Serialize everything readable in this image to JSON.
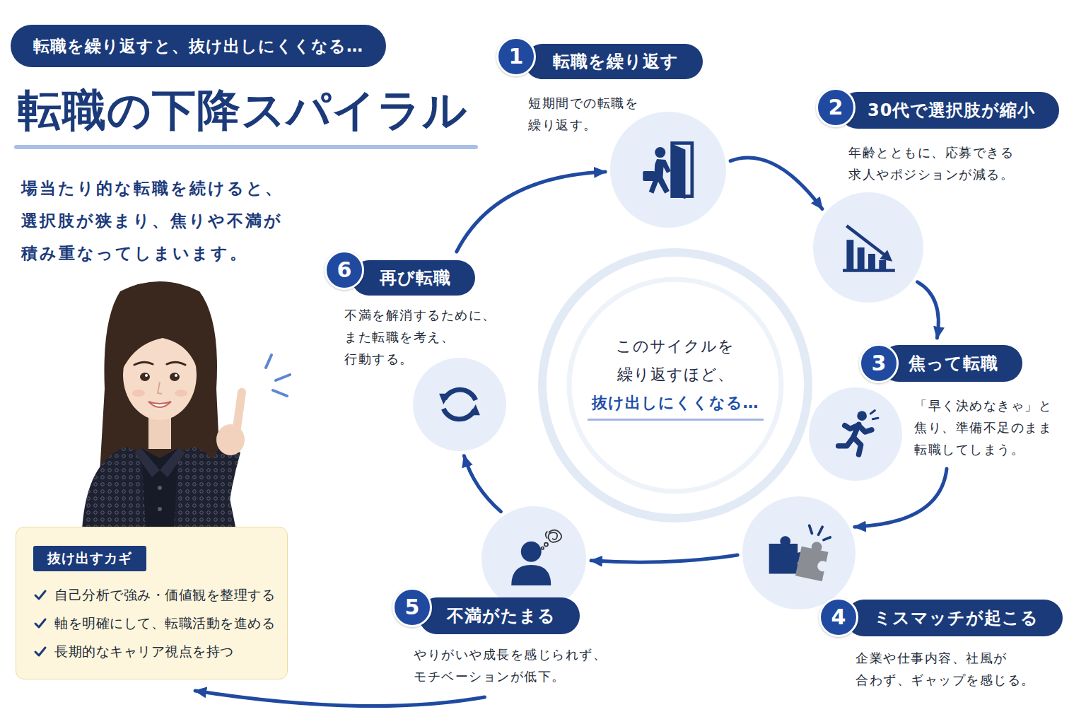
{
  "diagram": {
    "title": "転職の下降スパイラル",
    "nodes": [
      {
        "text": [
          "転職を繰り返すと、抜け出しにくくなる…"
        ]
      },
      {
        "text": [
          "1",
          "転職を繰り返す",
          "短期間での転職を 繰り返す。"
        ]
      },
      {
        "text": [
          "2",
          "30代で選択肢が縮小",
          "年齢とともに、応募できる 求人やポジションが減る。"
        ]
      },
      {
        "text": [
          "3",
          "焦って転職",
          "「早く決めなきゃ」と 焦り、準備不足のまま 転職してしまう。"
        ]
      },
      {
        "text": [
          "4",
          "ミスマッチが起こる",
          "企業や仕事内容、社風が 合わず、ギャップを感じる。"
        ]
      },
      {
        "text": [
          "5",
          "不満がたまる",
          "やりがいや成長を感じられず、 モチベーションが低下。"
        ]
      },
      {
        "text": [
          "6",
          "再び転職",
          "不満を解消するために、 また転職を考え、 行動する。"
        ]
      },
      {
        "text": [
          "このサイクルを 繰り返すほど、",
          "抜け出しにくくなる…"
        ]
      },
      {
        "text": [
          "抜け出すカギ",
          "自己分析で強み・価値観を整理する",
          "軸を明確にして、転職活動を進める",
          "長期的なキャリア視点を持つ"
        ]
      }
    ],
    "edges": [
      {
        "from": 1,
        "to": 2,
        "arrow": "to"
      },
      {
        "from": 2,
        "to": 3,
        "arrow": "to"
      },
      {
        "from": 3,
        "to": 4,
        "arrow": "to"
      },
      {
        "from": 4,
        "to": 5,
        "arrow": "to"
      },
      {
        "from": 5,
        "to": 6,
        "arrow": "to"
      },
      {
        "from": 6,
        "to": 1,
        "arrow": "to"
      },
      {
        "from": 5,
        "to": 8,
        "arrow": "to"
      }
    ],
    "labels": [
      "場当たり的な転職を続けると、 選択肢が狭まり、焦りや不満が 積み重なってしまいます。"
    ]
  }
}
